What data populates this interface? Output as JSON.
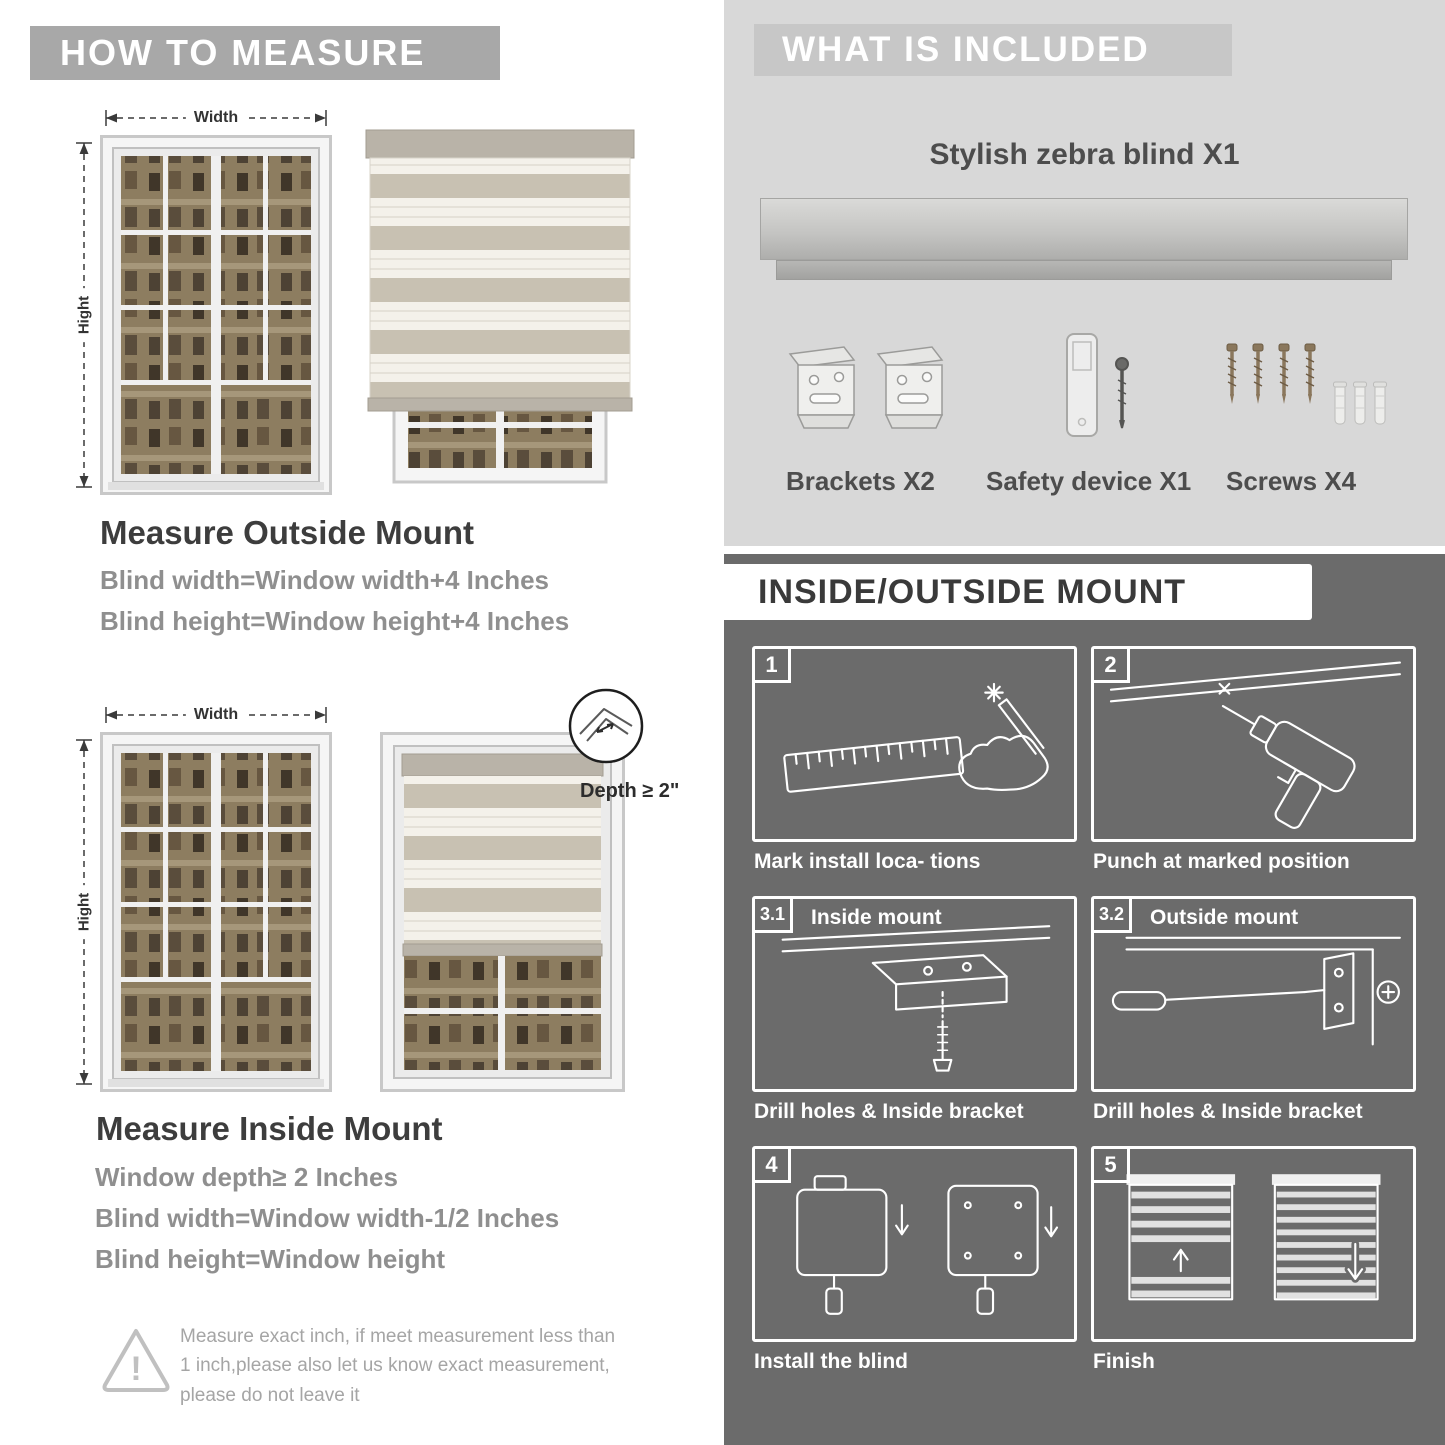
{
  "colors": {
    "left_banner_gray": "#a8a8a8",
    "included_bg": "#d8d8d8",
    "included_banner": "#c7c7c7",
    "mount_bg": "#6b6b6b",
    "heading_dark": "#3d3d3d",
    "formula_gray": "#8f8f8f"
  },
  "left": {
    "header": "HOW TO MEASURE",
    "width_label": "Width",
    "height_label": "Hight",
    "outside_title": "Measure Outside Mount",
    "outside_line1": "Blind width=Window width+4 Inches",
    "outside_line2": "Blind height=Window height+4 Inches",
    "depth_label": "Depth ≥ 2\"",
    "inside_title": "Measure Inside Mount",
    "inside_line1": "Window depth≥ 2 Inches",
    "inside_line2": "Blind width=Window width-1/2 Inches",
    "inside_line3": "Blind height=Window height",
    "warning_mark": "!",
    "warning_text": "Measure exact inch, if meet measurement less than 1 inch,please also let us know exact measurement, please do not leave it"
  },
  "included": {
    "header": "WHAT IS INCLUDED",
    "product_label": "Stylish zebra blind X1",
    "items": [
      {
        "label": "Brackets X2"
      },
      {
        "label": "Safety device X1"
      },
      {
        "label": "Screws X4"
      }
    ]
  },
  "mount": {
    "header": "INSIDE/OUTSIDE MOUNT",
    "steps": [
      {
        "num": "1",
        "title": "",
        "caption": "Mark install loca- tions"
      },
      {
        "num": "2",
        "title": "",
        "caption": "Punch at  marked position"
      },
      {
        "num": "3.1",
        "title": "Inside mount",
        "caption": "Drill holes &  Inside bracket"
      },
      {
        "num": "3.2",
        "title": "Outside mount",
        "caption": "Drill holes &  Inside bracket"
      },
      {
        "num": "4",
        "title": "",
        "caption": "Install the blind"
      },
      {
        "num": "5",
        "title": "",
        "caption": "Finish"
      }
    ]
  }
}
